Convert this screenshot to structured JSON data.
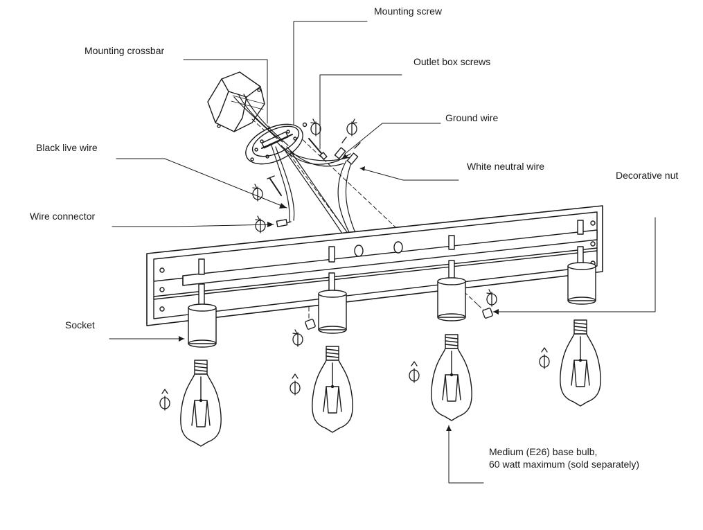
{
  "labels": {
    "mounting_screw": "Mounting screw",
    "mounting_crossbar": "Mounting crossbar",
    "outlet_box_screws": "Outlet box screws",
    "ground_wire": "Ground wire",
    "black_live_wire": "Black live wire",
    "white_neutral_wire": "White neutral wire",
    "decorative_nut": "Decorative nut",
    "wire_connector": "Wire connector",
    "socket": "Socket",
    "bulb_line1": "Medium (E26) base bulb,",
    "bulb_line2": "60 watt maximum (sold separately)"
  },
  "colors": {
    "line": "#1a1a1a",
    "fill": "#ffffff",
    "shade": "#e6e6e6"
  }
}
